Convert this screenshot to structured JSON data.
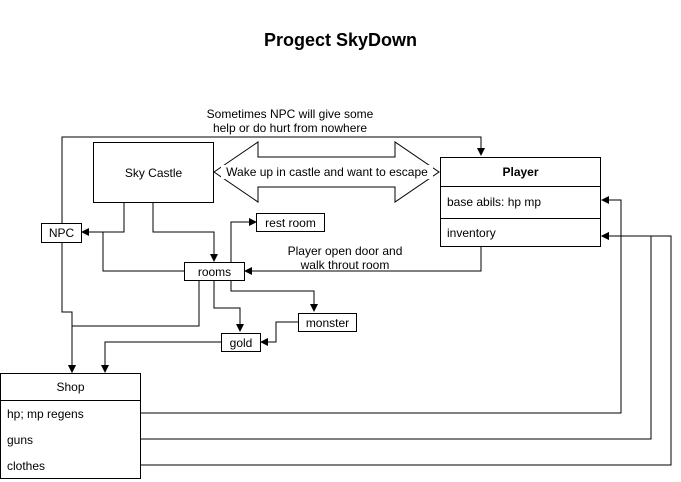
{
  "title": "Progect SkyDown",
  "nodes": {
    "sky_castle": "Sky Castle",
    "player": {
      "header": "Player",
      "rows": [
        "base abils: hp mp",
        "inventory"
      ]
    },
    "npc": "NPC",
    "rest_room": "rest room",
    "rooms": "rooms",
    "monster": "monster",
    "gold": "gold",
    "shop": {
      "header": "Shop",
      "rows": [
        "hp; mp regens",
        "guns",
        "clothes"
      ]
    }
  },
  "edge_labels": {
    "npc_help_line1": "Sometimes NPC will give some",
    "npc_help_line2": "help or do hurt from nowhere",
    "wake_up": "Wake up in castle and want to escape",
    "door_line1": "Player open door and",
    "door_line2": "walk throut room"
  }
}
